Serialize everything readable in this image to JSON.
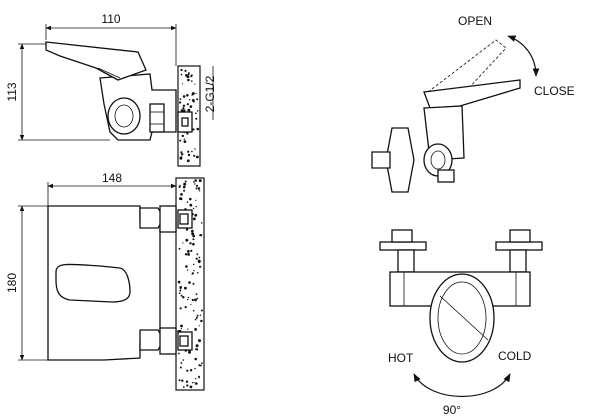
{
  "dimensions": {
    "top_width": "110",
    "top_height": "113",
    "thread": "2-G1/2",
    "front_width": "148",
    "front_height": "180"
  },
  "labels": {
    "open": "OPEN",
    "close": "CLOSE",
    "hot": "HOT",
    "cold": "COLD",
    "angle": "90°"
  }
}
